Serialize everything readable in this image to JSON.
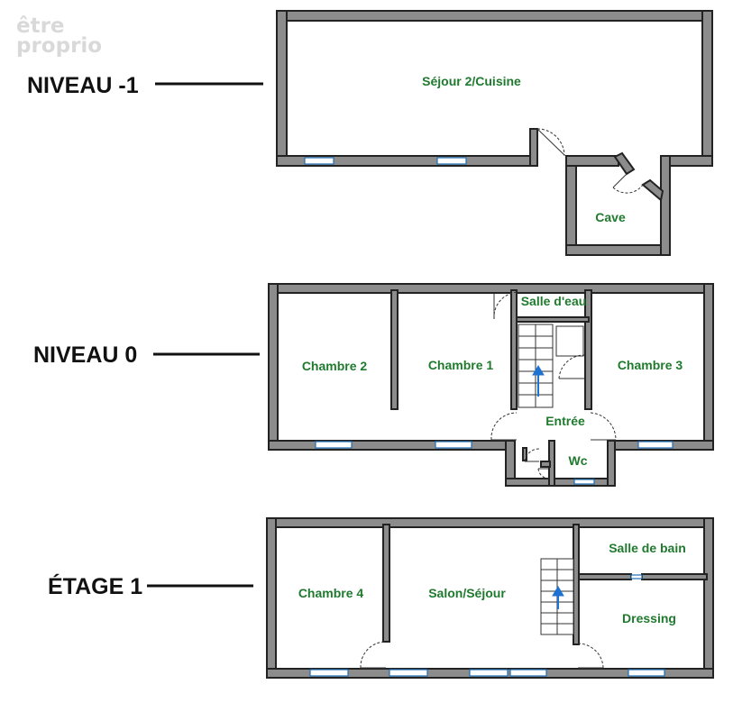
{
  "logo": {
    "line1": "être",
    "line2": "proprio"
  },
  "levels": [
    {
      "label": "NIVEAU -1",
      "rooms": [
        {
          "name": "Séjour 2/Cuisine"
        },
        {
          "name": "Cave"
        }
      ]
    },
    {
      "label": "NIVEAU 0",
      "rooms": [
        {
          "name": "Chambre 2"
        },
        {
          "name": "Chambre 1"
        },
        {
          "name": "Salle d'eau"
        },
        {
          "name": "Chambre 3"
        },
        {
          "name": "Entrée"
        },
        {
          "name": "Wc"
        }
      ]
    },
    {
      "label": "ÉTAGE 1",
      "rooms": [
        {
          "name": "Chambre 4"
        },
        {
          "name": "Salon/Séjour"
        },
        {
          "name": "Salle de bain"
        },
        {
          "name": "Dressing"
        }
      ]
    }
  ],
  "colors": {
    "wall": "#8c8c8c",
    "label": "#1f7a2e",
    "window": "#1f6fb5",
    "stair_arrow": "#1e73d2"
  }
}
